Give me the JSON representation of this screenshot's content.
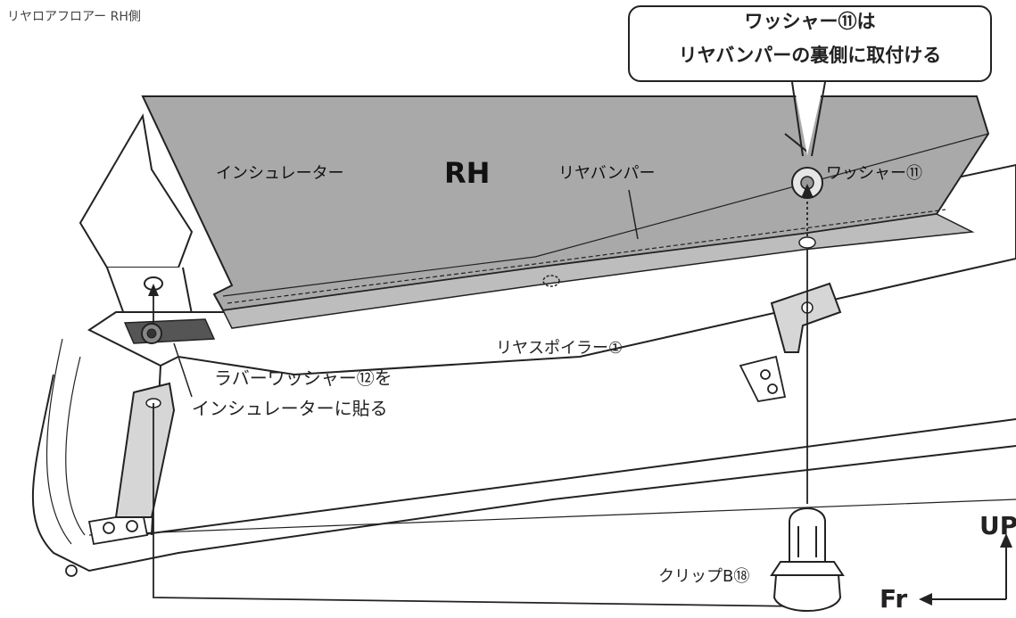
{
  "section_title": "リヤロアフロアー RH側",
  "callout": {
    "line1": "ワッシャー⑪は",
    "line2": "リヤバンパーの裏側に取付ける"
  },
  "labels": {
    "insulator": "インシュレーター",
    "rh": "RH",
    "rear_bumper": "リヤバンパー",
    "washer_11": "ワッシャー⑪",
    "rear_spoiler": "リヤスポイラー①",
    "rubber_washer_line1": "ラバーワッシャー⑫を",
    "rubber_washer_line2": "インシュレーターに貼る",
    "clip_b": "クリップB⑱"
  },
  "direction": {
    "up": "UP",
    "front": "Fr"
  },
  "colors": {
    "insulator_fill": "#a9a9a9",
    "line": "#222222",
    "washer_fill": "#e6e6e6"
  }
}
